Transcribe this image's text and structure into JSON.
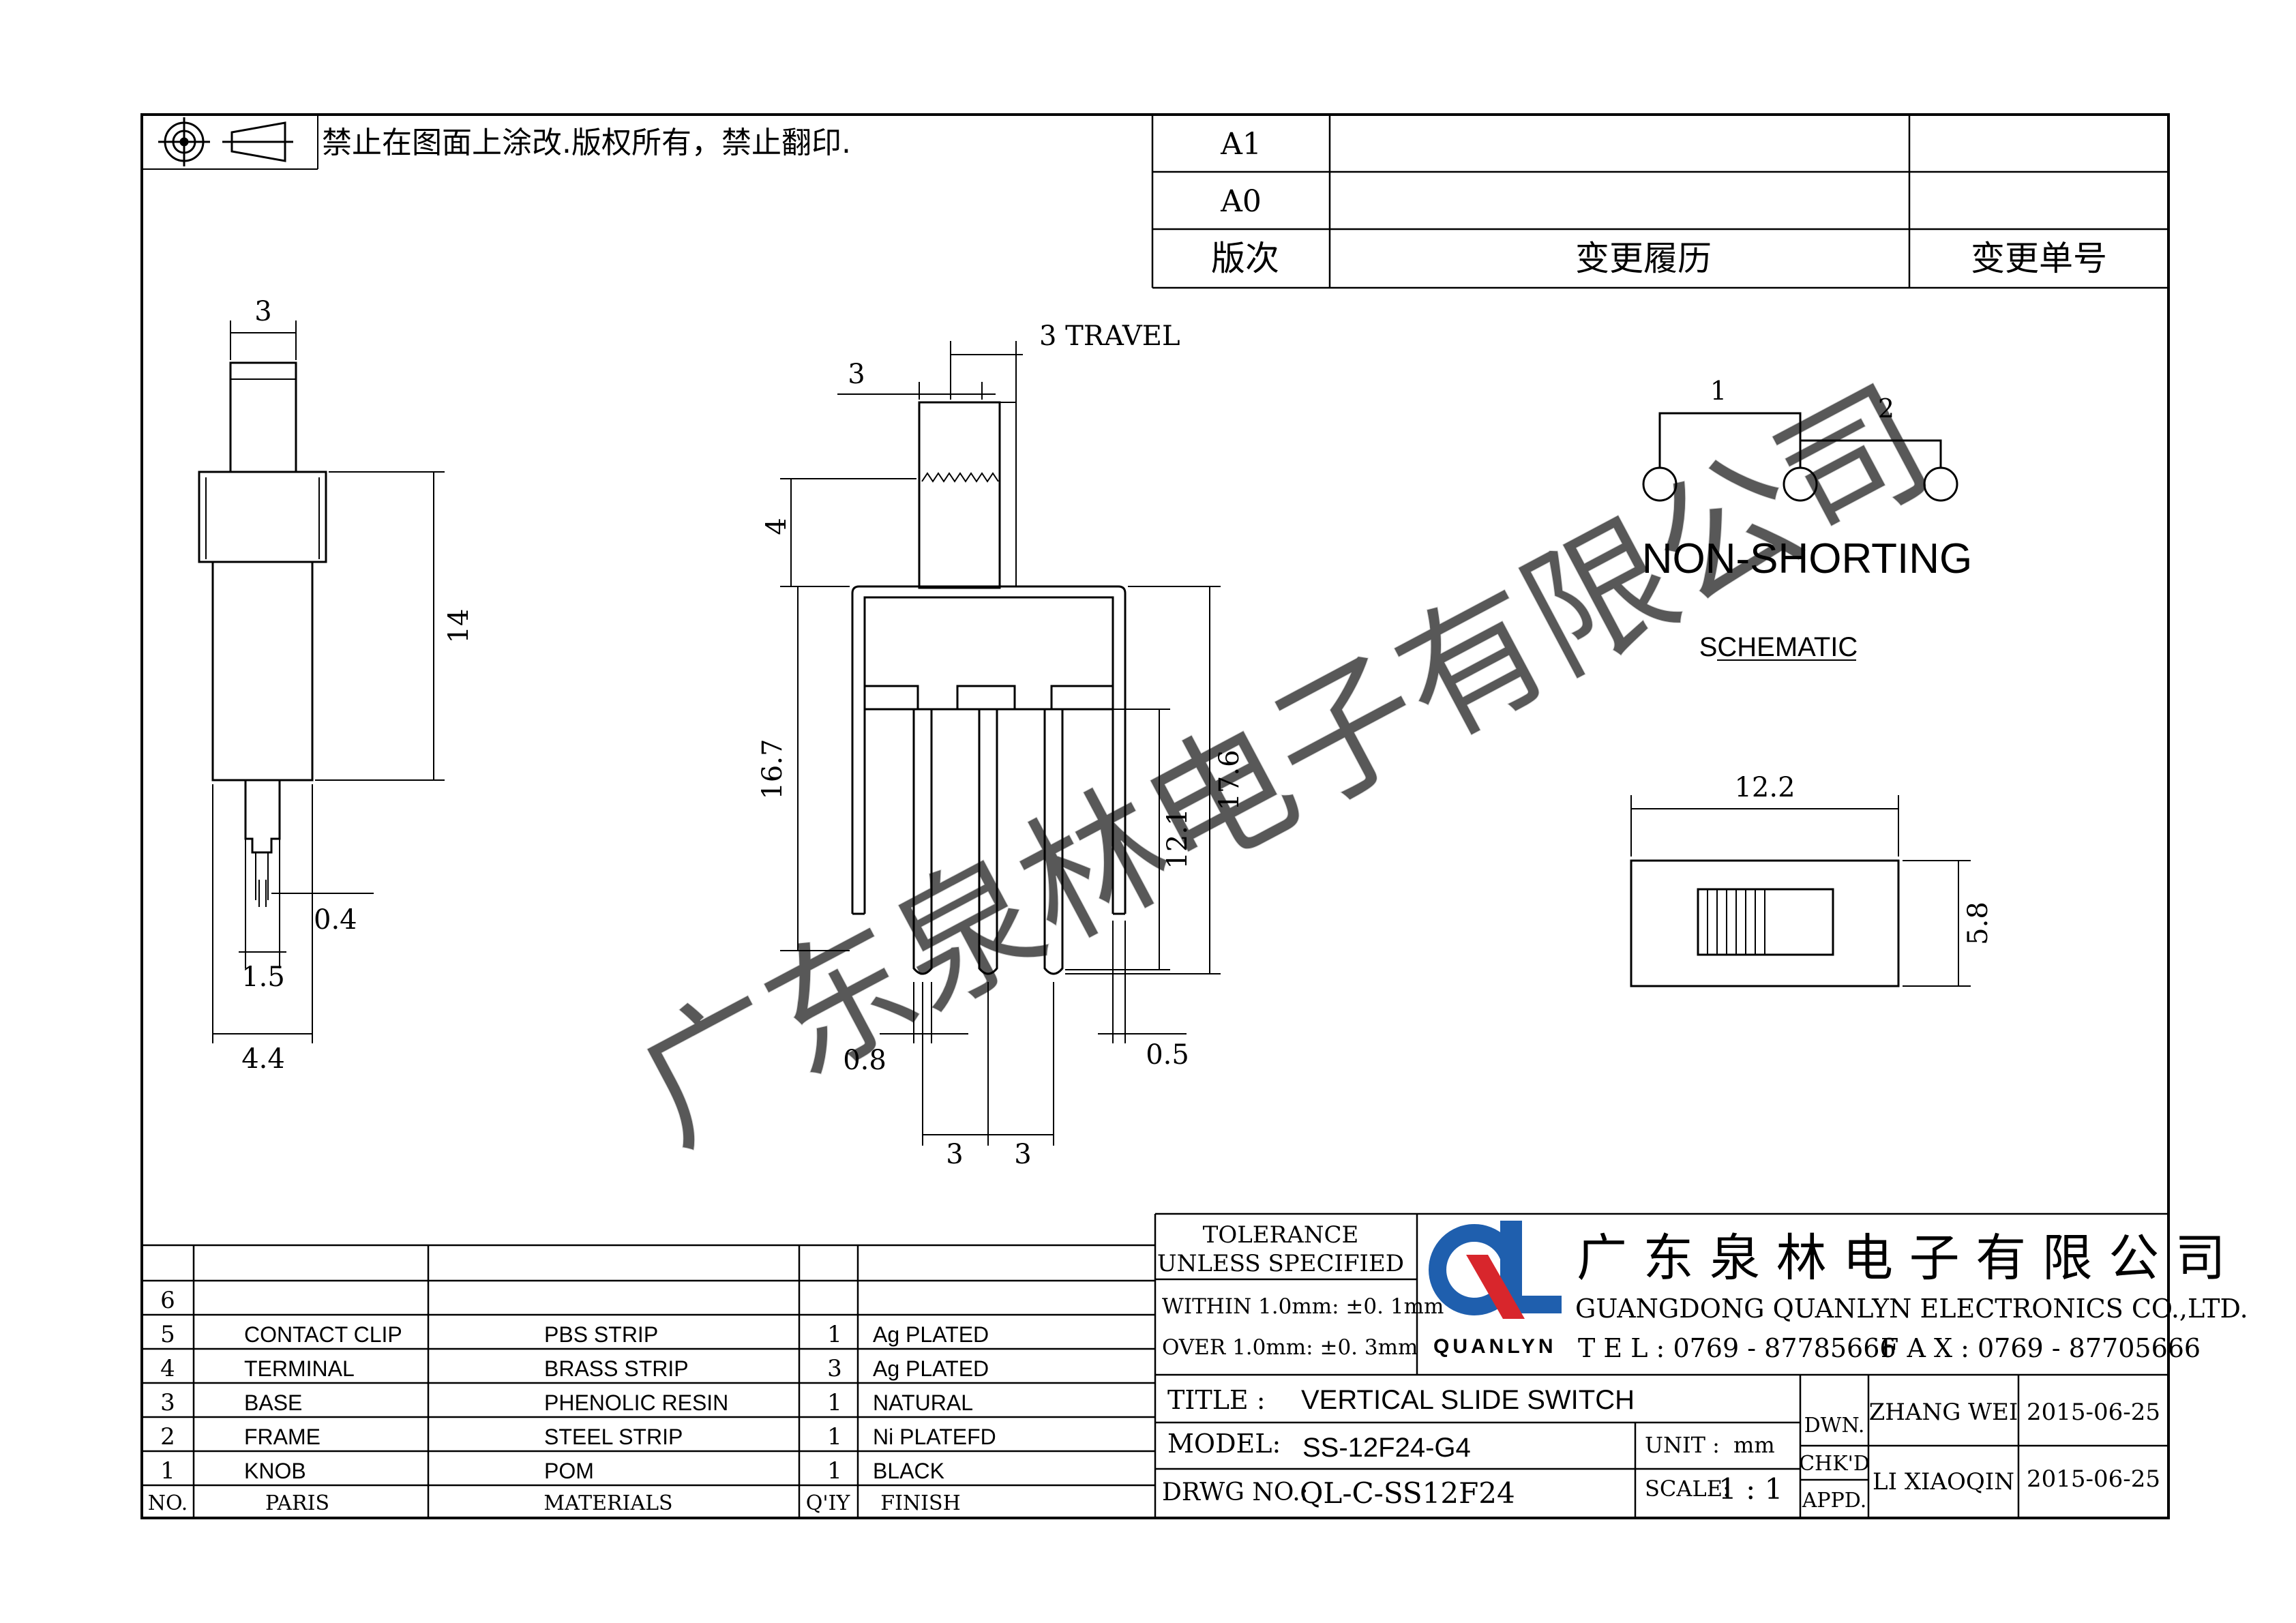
{
  "header": {
    "notice": "禁止在图面上涂改.版权所有，禁止翻印.",
    "revisions": [
      {
        "rev": "A1",
        "history": "",
        "number": ""
      },
      {
        "rev": "A0",
        "history": "",
        "number": ""
      }
    ],
    "rev_label": "版次",
    "history_label": "变更履历",
    "number_label": "变更单号"
  },
  "side_view": {
    "top_width": "3",
    "height": "14",
    "pin_thickness": "0.4",
    "pin_width": "1.5",
    "body_width": "4.4"
  },
  "front_view": {
    "travel": "3 TRAVEL",
    "knob_width": "3",
    "knob_height": "4",
    "total_height": "16.7",
    "pin_length": "12.1",
    "frame_height": "17.6",
    "pin_width": "0.8",
    "frame_thickness": "0.5",
    "pitch_left": "3",
    "pitch_right": "3"
  },
  "schematic": {
    "pin1": "1",
    "pin2": "2",
    "type": "NON-SHORTING",
    "label": "SCHEMATIC"
  },
  "top_view": {
    "width": "12.2",
    "height": "5.8"
  },
  "parts_table": {
    "headers": [
      "NO.",
      "PARIS",
      "MATERIALS",
      "Q'IY",
      "FINISH"
    ],
    "rows": [
      {
        "no": "6",
        "part": "",
        "material": "",
        "qty": "",
        "finish": ""
      },
      {
        "no": "5",
        "part": "CONTACT CLIP",
        "material": "PBS STRIP",
        "qty": "1",
        "finish": "Ag PLATED"
      },
      {
        "no": "4",
        "part": "TERMINAL",
        "material": "BRASS STRIP",
        "qty": "3",
        "finish": "Ag PLATED"
      },
      {
        "no": "3",
        "part": "BASE",
        "material": "PHENOLIC RESIN",
        "qty": "1",
        "finish": "NATURAL"
      },
      {
        "no": "2",
        "part": "FRAME",
        "material": "STEEL STRIP",
        "qty": "1",
        "finish": "Ni PLATEFD"
      },
      {
        "no": "1",
        "part": "KNOB",
        "material": "POM",
        "qty": "1",
        "finish": "BLACK"
      }
    ]
  },
  "title_block": {
    "tolerance_1": "TOLERANCE",
    "tolerance_2": "UNLESS SPECIFIED",
    "within": "WITHIN 1.0mm: ±0. 1mm",
    "over": "OVER 1.0mm:  ±0. 3mm",
    "logo_text": "QUANLYN",
    "company_cn": "广 东 泉 林 电 子 有 限 公 司",
    "company_en": "GUANGDONG QUANLYN ELECTRONICS CO.,LTD.",
    "tel": "T E L : 0769 - 87785666",
    "fax": "F A X : 0769 - 87705666",
    "title_label": "TITLE :",
    "title_value": "VERTICAL SLIDE SWITCH",
    "model_label": "MODEL:",
    "model_value": "SS-12F24-G4",
    "unit_label": "UNIT :",
    "unit_value": "mm",
    "drwg_label": "DRWG NO.:",
    "drwg_value": "QL-C-SS12F24",
    "scale_label": "SCALE:",
    "scale_value": "1 : 1",
    "dwn_label": "DWN.",
    "chkd_label": "CHK'D",
    "appd_label": "APPD.",
    "drawn_by": "ZHANG WEI",
    "drawn_date": "2015-06-25",
    "approved_by": "LI XIAOQIN",
    "approved_date": "2015-06-25"
  },
  "watermark": "广东泉林电子有限公司",
  "colors": {
    "line": "#000000",
    "logo_blue": "#1f5fae",
    "logo_red": "#d8262c",
    "watermark": "#c8c8c8"
  }
}
